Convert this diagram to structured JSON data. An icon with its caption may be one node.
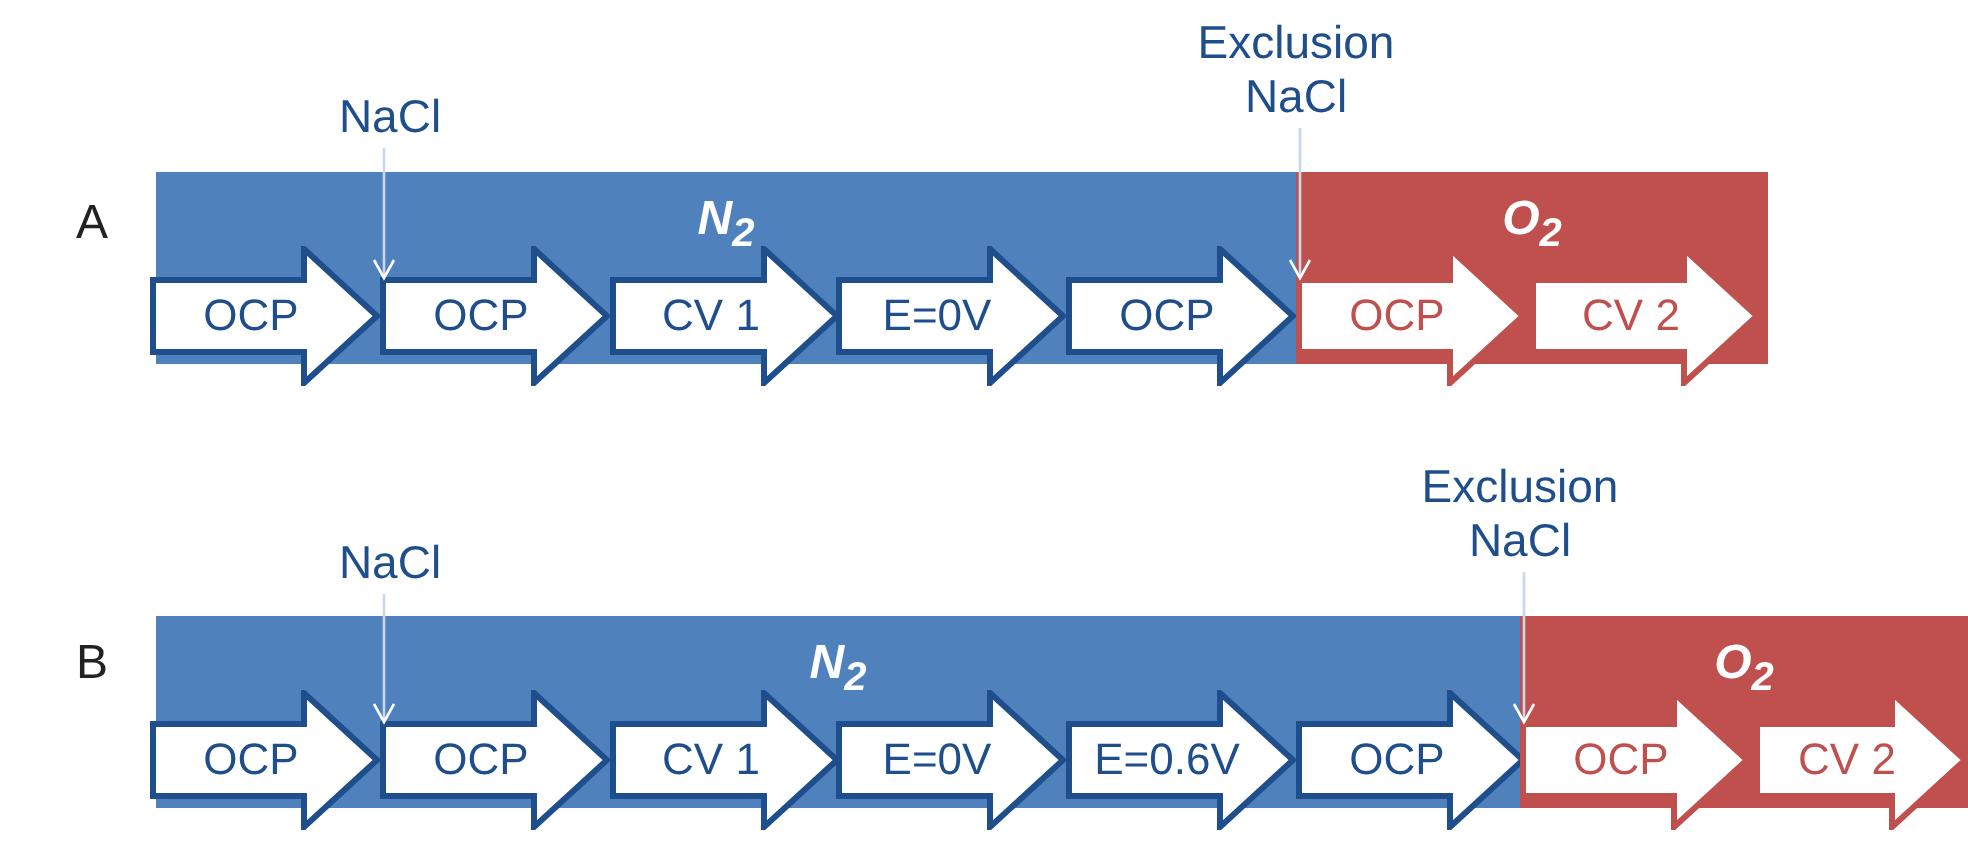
{
  "diagram": {
    "nodes": [
      {
        "text": [
          "NaCl"
        ]
      },
      {
        "text": [
          "Exclusion NaCl"
        ]
      },
      {
        "text": [
          "N$_{2}$"
        ]
      },
      {
        "text": [
          "OCP"
        ],
        "in": 2
      },
      {
        "text": [
          "OCP"
        ],
        "in": 2
      },
      {
        "text": [
          "CV 1"
        ],
        "in": 2
      },
      {
        "text": [
          "E=0V"
        ],
        "in": 2
      },
      {
        "text": [
          "OCP"
        ],
        "in": 2
      },
      {
        "text": [
          "O$_{2}$"
        ]
      },
      {
        "text": [
          "OCP"
        ],
        "in": 8
      },
      {
        "text": [
          "CV 2"
        ],
        "in": 8
      },
      {
        "text": [
          "NaCl"
        ]
      },
      {
        "text": [
          "Exclusion NaCl"
        ]
      },
      {
        "text": [
          "N$_{2}$"
        ]
      },
      {
        "text": [
          "OCP"
        ],
        "in": 13
      },
      {
        "text": [
          "OCP"
        ],
        "in": 13
      },
      {
        "text": [
          "CV 1"
        ],
        "in": 13
      },
      {
        "text": [
          "E=0V"
        ],
        "in": 13
      },
      {
        "text": [
          "E=0.6V"
        ],
        "in": 13
      },
      {
        "text": [
          "OCP"
        ],
        "in": 13
      },
      {
        "text": [
          "O$_{2}$"
        ]
      },
      {
        "text": [
          "OCP"
        ],
        "in": 20
      },
      {
        "text": [
          "CV 2"
        ],
        "in": 20
      }
    ],
    "edges": [
      {
        "from": 0,
        "to": 4,
        "arrow": "to"
      },
      {
        "from": 1,
        "to": 9,
        "arrow": "to"
      },
      {
        "from": 11,
        "to": 15,
        "arrow": "to"
      },
      {
        "from": 12,
        "to": 21,
        "arrow": "to"
      }
    ],
    "labels": [
      "A",
      "B"
    ]
  }
}
